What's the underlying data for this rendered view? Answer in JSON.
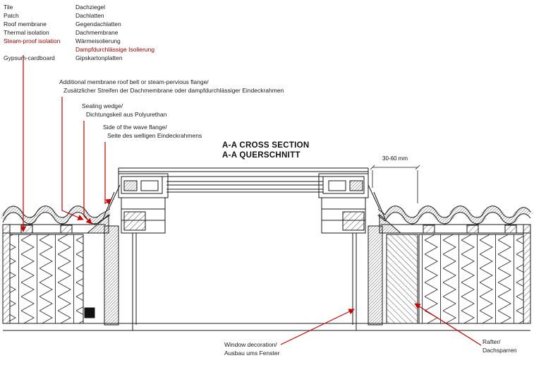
{
  "legend": {
    "rows": [
      {
        "en": "Tile",
        "de": "Dachziegel"
      },
      {
        "en": "Patch",
        "de": "Dachlatten"
      },
      {
        "en": "Roof membrane",
        "de": "Gegendachlatten"
      },
      {
        "en": "Thermal isolation",
        "de": "Dachmembrane"
      },
      {
        "en": "Steam-proof isolation",
        "de": "Wärmeisolierung"
      },
      {
        "en": "",
        "de": "Dampfdurchlässige Isolierung"
      },
      {
        "en": "Gypsum-cardboard",
        "de": "Gipskartonplatten"
      }
    ]
  },
  "callouts": {
    "additional_membrane": {
      "en": "Additional membrane roof belt or steam-pervious flange/",
      "de": "Zusätzlicher Streifen der Dachmembrane oder dampfdurchlässiger Eindeckrahmen"
    },
    "sealing_wedge": {
      "en": "Sealing wedge/",
      "de": "Dichtungskeil aus Polyurethan"
    },
    "wave_flange": {
      "en": "Side of the wave flange/",
      "de": "Seite des welligen Eindeckrahmens"
    },
    "window_decoration": {
      "en": "Window decoration/",
      "de": "Ausbau ums Fenster"
    },
    "rafter": {
      "en": "Rafter/",
      "de": "Dachsparren"
    }
  },
  "section_title": {
    "line1": "A-A  CROSS SECTION",
    "line2": "A-A QUERSCHNITT"
  },
  "dimension": {
    "label": "30-60 mm"
  },
  "colors": {
    "line": "#1a1a1a",
    "leader": "#cc0000",
    "highlight_text": "#a50000",
    "background": "#ffffff"
  }
}
